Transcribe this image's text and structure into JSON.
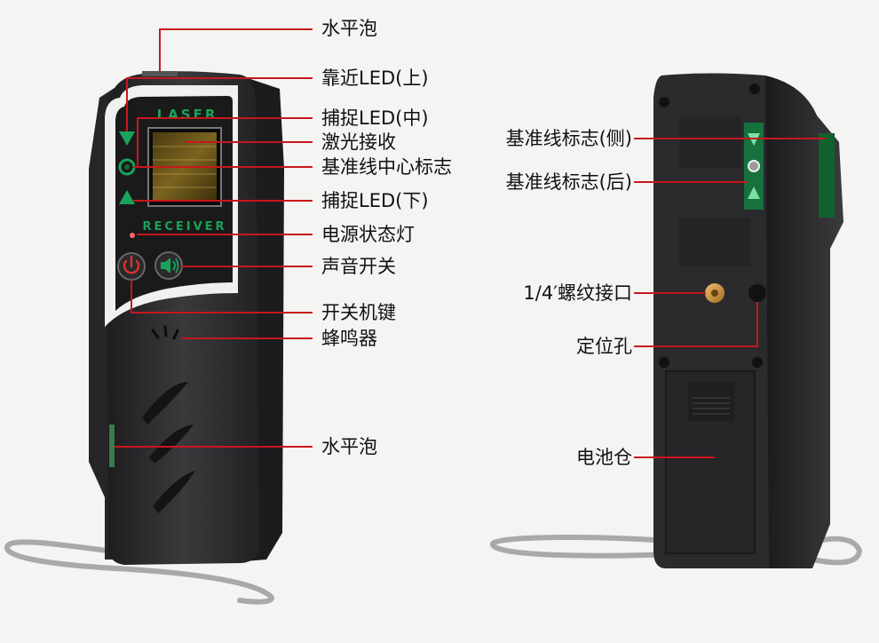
{
  "colors": {
    "leader": "#c8161d",
    "screen_text": "#19a35a",
    "body_dark": "#2e2e30",
    "background": "#f4f4f2"
  },
  "front_device": {
    "screen_top_text": "LASER",
    "screen_bottom_text": "RECEIVER",
    "icons": [
      "power-icon",
      "speaker-icon"
    ]
  },
  "front_labels": {
    "level_bubble_top": "水平泡",
    "led_top": "靠近LED(上)",
    "led_middle": "捕捉LED(中)",
    "laser_receive": "激光接收",
    "center_mark": "基准线中心标志",
    "led_bottom": "捕捉LED(下)",
    "power_indicator": "电源状态灯",
    "sound_switch": "声音开关",
    "power_key": "开关机键",
    "buzzer": "蜂鸣器",
    "level_bubble_side": "水平泡"
  },
  "back_labels": {
    "ref_mark_side": "基准线标志(侧)",
    "ref_mark_back": "基准线标志(后)",
    "tripod_mount": "1/4′螺纹接口",
    "locating_hole": "定位孔",
    "battery_compartment": "电池仓"
  }
}
